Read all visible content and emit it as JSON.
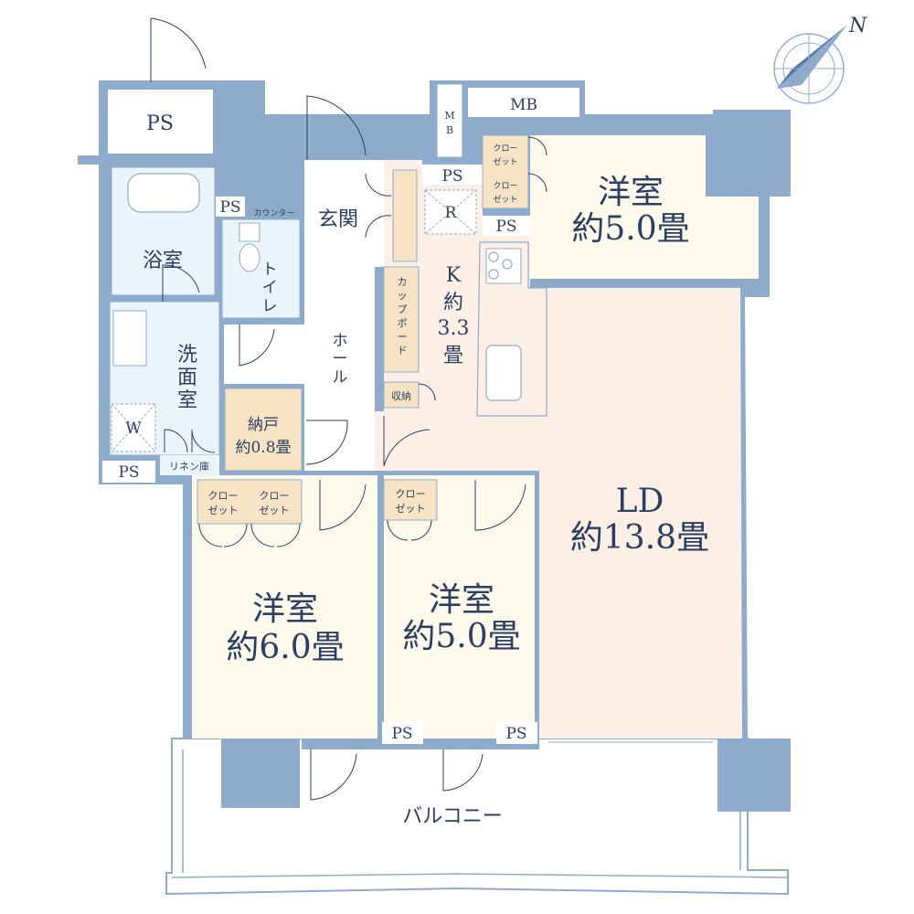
{
  "rooms": {
    "western_ne": {
      "name": "洋室",
      "size": "約5.0畳"
    },
    "ld": {
      "name": "LD",
      "size": "約13.8畳"
    },
    "kitchen": {
      "name": "K",
      "size_1": "約",
      "size_2": "3.3",
      "size_3": "畳"
    },
    "western_sw": {
      "name": "洋室",
      "size": "約6.0畳"
    },
    "western_s": {
      "name": "洋室",
      "size": "約5.0畳"
    },
    "storage": {
      "name": "納戸",
      "size": "約0.8畳"
    },
    "entrance": "玄関",
    "bath": "浴室",
    "washroom_1": "洗",
    "washroom_2": "面",
    "washroom_3": "室",
    "toilet_1": "ト",
    "toilet_2": "イ",
    "toilet_3": "レ",
    "hall_1": "ホ",
    "hall_2": "ー",
    "hall_3": "ル",
    "balcony": "バルコニー"
  },
  "labels": {
    "ps": "PS",
    "mb": "MB",
    "mb_v1": "M",
    "mb_v2": "B",
    "closet_1": "クロー",
    "closet_2": "ゼット",
    "counter": "カウンター",
    "cupboard": [
      "カ",
      "ッ",
      "プ",
      "ボ",
      "ー",
      "ド"
    ],
    "shuno": "収納",
    "linen": "リネン庫",
    "w": "W",
    "r": "R"
  },
  "compass": {
    "north": "N"
  },
  "colors": {
    "wall": "#8fabcb",
    "wet_area": "#eaf4fb",
    "room_cream": "#fefaeb",
    "room_pink": "#fcefe5",
    "closet": "#f5e3c4",
    "text": "#2b3f63"
  }
}
